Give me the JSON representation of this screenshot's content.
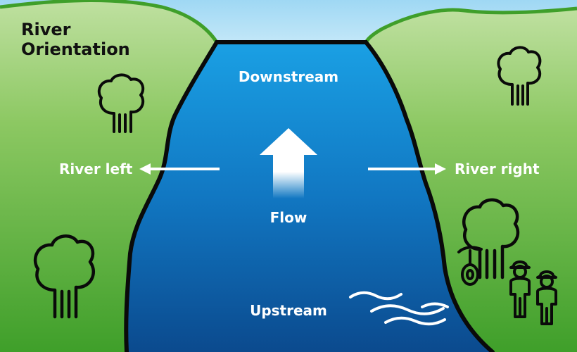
{
  "title": {
    "line1": "River",
    "line2": "Orientation"
  },
  "labels": {
    "downstream": "Downstream",
    "flow": "Flow",
    "upstream": "Upstream",
    "river_left": "River left",
    "river_right": "River right"
  },
  "colors": {
    "sky": "#bfe6f7",
    "grass_light": "#b3d98f",
    "grass_dark": "#49a62f",
    "water_top": "#1a9be0",
    "water_bottom": "#0c4f93",
    "outline": "#0a0a0a",
    "arrow": "#ffffff"
  },
  "icons": [
    "tree-icon",
    "person-icon",
    "tire-swing-icon",
    "waves-icon",
    "arrow-left-icon",
    "arrow-right-icon",
    "flow-arrow-icon"
  ]
}
